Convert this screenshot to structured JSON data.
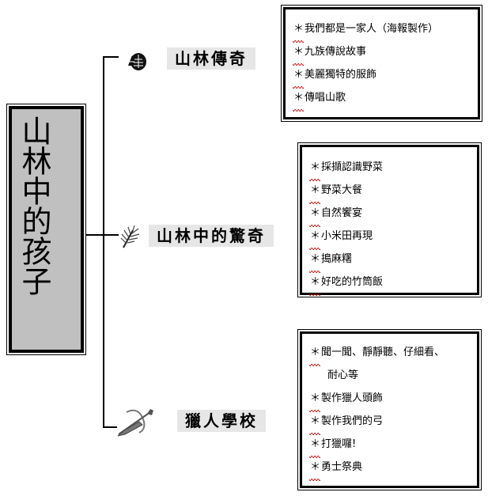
{
  "root": {
    "title": "山林中的孩子"
  },
  "branches": [
    {
      "label": "山林傳奇",
      "icon": "forest-trees-icon",
      "items": [
        "我們都是一家人（海報製作）",
        "九族傳說故事",
        "美麗獨特的服飾",
        "傳唱山歌"
      ]
    },
    {
      "label": "山林中的驚奇",
      "icon": "fern-leaf-icon",
      "items": [
        "採擷認識野菜",
        "野菜大餐",
        "自然饗宴",
        "小米田再現",
        "搗麻糬",
        "好吃的竹筒飯"
      ]
    },
    {
      "label": "獵人學校",
      "icon": "bow-and-arrow-icon",
      "items": [
        "聞一聞、靜靜聽、仔細看、",
        "耐心等",
        "製作獵人頭飾",
        "製作我們的弓",
        "打獵囉!",
        "勇士祭典"
      ]
    }
  ],
  "bullet": "＊",
  "colors": {
    "root_fill": "#c0c0c0",
    "label_fill": "#e6e6e6",
    "spellcheck_underline": "#d00000"
  }
}
